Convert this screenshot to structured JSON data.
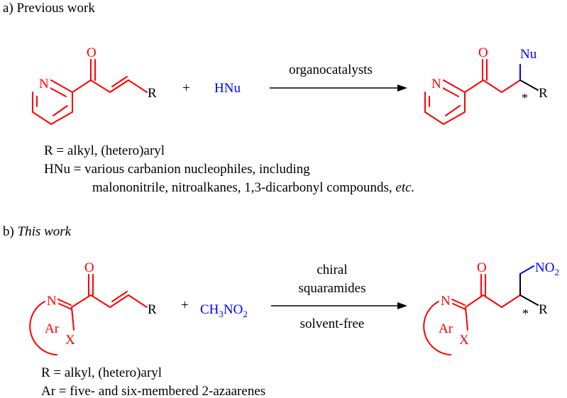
{
  "colors": {
    "text": "#000000",
    "scaffold": "#ff0000",
    "nucleophile": "#0000ff"
  },
  "part_a": {
    "label_prefix": "a) ",
    "label": "Previous work",
    "reactant": {
      "n": "N",
      "o": "O",
      "r": "R"
    },
    "plus": "+",
    "nucleophile": "HNu",
    "arrow_label": "organocatalysts",
    "product": {
      "n": "N",
      "o": "O",
      "nu": "Nu",
      "star": "*",
      "r": "R"
    },
    "notes": [
      "R = alkyl, (hetero)aryl",
      "HNu = various carbanion nucleophiles, including"
    ],
    "note_cont": "malononitrile, nitroalkanes, 1,3-dicarbonyl compounds, ",
    "note_cont_italic": "etc."
  },
  "part_b": {
    "label_prefix": "b) ",
    "label": "This work",
    "reactant": {
      "n": "N",
      "o": "O",
      "r": "R",
      "ar": "Ar",
      "x": "X"
    },
    "plus": "+",
    "nitro": {
      "ch": "CH",
      "sub3": "3",
      "no": "NO",
      "sub2": "2"
    },
    "arrow_label_top1": "chiral",
    "arrow_label_top2": "squaramides",
    "arrow_label_bottom": "solvent-free",
    "product": {
      "n": "N",
      "o": "O",
      "no": "NO",
      "sub2": "2",
      "star": "*",
      "r": "R",
      "ar": "Ar",
      "x": "X"
    },
    "notes": [
      "R = alkyl, (hetero)aryl",
      "Ar = five- and six-membered 2-azaarenes"
    ]
  }
}
